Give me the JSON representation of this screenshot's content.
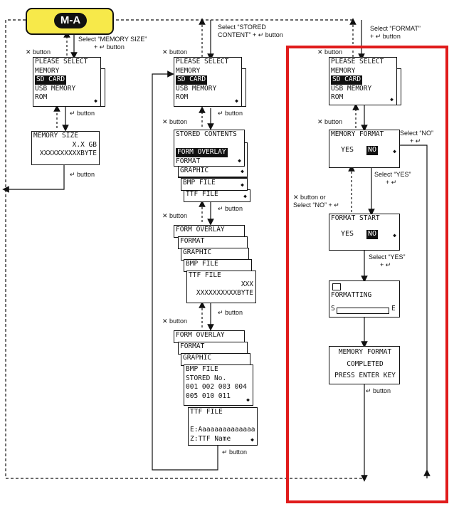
{
  "mode_pill": "M-A",
  "labels": {
    "select_memory_size": [
      "Select “MEMORY SIZE”",
      "+ ↵ button"
    ],
    "select_stored": [
      "Select “STORED",
      "CONTENT” + ↵ button"
    ],
    "select_format": [
      "Select “FORMAT”",
      "+ ↵ button"
    ],
    "x_button": "✕ button",
    "enter_button": "↵ button",
    "select_no": [
      "Select “NO”",
      "+ ↵"
    ],
    "select_yes": [
      "Select “YES”",
      "+ ↵"
    ],
    "x_or_no": [
      "✕ button or",
      "Select “NO” + ↵"
    ]
  },
  "menu": [
    "PLEASE SELECT",
    "MEMORY",
    "SD CARD",
    "USB MEMORY",
    "ROM"
  ],
  "memory_size": {
    "title": "MEMORY SIZE",
    "value": "X.X GB",
    "bytes": "XXXXXXXXXXBYTE"
  },
  "stored": {
    "title": "STORED CONTENTS",
    "items": [
      "FORM OVERLAY",
      "FORMAT",
      "GRAPHIC",
      "BMP FILE",
      "TTF FILE"
    ]
  },
  "stack1": {
    "items": [
      "FORM OVERLAY",
      "FORMAT",
      "GRAPHIC",
      "BMP FILE",
      "TTF FILE"
    ],
    "value": "XXX",
    "bytes": "XXXXXXXXXXBYTE"
  },
  "stack2": {
    "items": [
      "FORM OVERLAY",
      "FORMAT",
      "GRAPHIC",
      "BMP FILE"
    ],
    "stored_label": "STORED No.",
    "row1": "001 002 003 004",
    "row2": "005 010 011"
  },
  "ttf": {
    "title": "TTF FILE",
    "e": "E:Aaaaaaaaaaaaaa",
    "z": "Z:TTF Name"
  },
  "mem_format": {
    "title": "MEMORY FORMAT",
    "yes": "YES",
    "no": "NO"
  },
  "format_start": {
    "title": "FORMAT START",
    "yes": "YES",
    "no": "NO"
  },
  "formatting": {
    "title": "FORMATTING",
    "left": "S",
    "right": "E"
  },
  "completed": [
    "MEMORY FORMAT",
    "COMPLETED",
    "PRESS ENTER KEY"
  ],
  "colors": {
    "highlight_box": "#e01b1b",
    "mode_fill": "#f7e94a"
  }
}
